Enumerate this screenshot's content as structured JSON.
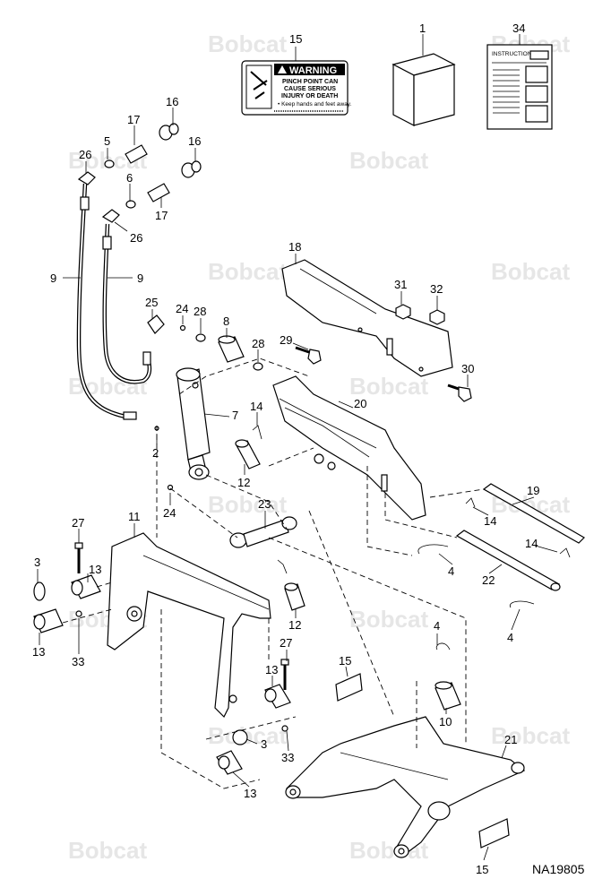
{
  "watermark": "Bobcat",
  "drawing_code": "NA19805",
  "warning_decal": {
    "title": "WARNING",
    "lines": [
      "PINCH POINT CAN",
      "CAUSE SERIOUS",
      "INJURY OR DEATH"
    ],
    "note": "• Keep hands and feet away."
  },
  "instructions_label": "INSTRUCTIONS",
  "callouts": [
    {
      "id": "c15a",
      "text": "15"
    },
    {
      "id": "c1",
      "text": "1"
    },
    {
      "id": "c34",
      "text": "34"
    },
    {
      "id": "c16a",
      "text": "16"
    },
    {
      "id": "c17a",
      "text": "17"
    },
    {
      "id": "c5",
      "text": "5"
    },
    {
      "id": "c26a",
      "text": "26"
    },
    {
      "id": "c16b",
      "text": "16"
    },
    {
      "id": "c6",
      "text": "6"
    },
    {
      "id": "c17b",
      "text": "17"
    },
    {
      "id": "c26b",
      "text": "26"
    },
    {
      "id": "c9a",
      "text": "9"
    },
    {
      "id": "c9b",
      "text": "9"
    },
    {
      "id": "c18",
      "text": "18"
    },
    {
      "id": "c31",
      "text": "31"
    },
    {
      "id": "c32",
      "text": "32"
    },
    {
      "id": "c25",
      "text": "25"
    },
    {
      "id": "c24a",
      "text": "24"
    },
    {
      "id": "c28a",
      "text": "28"
    },
    {
      "id": "c8",
      "text": "8"
    },
    {
      "id": "c29",
      "text": "29"
    },
    {
      "id": "c28b",
      "text": "28"
    },
    {
      "id": "c30",
      "text": "30"
    },
    {
      "id": "c20",
      "text": "20"
    },
    {
      "id": "c7",
      "text": "7"
    },
    {
      "id": "c14a",
      "text": "14"
    },
    {
      "id": "c2",
      "text": "2"
    },
    {
      "id": "c12a",
      "text": "12"
    },
    {
      "id": "c24b",
      "text": "24"
    },
    {
      "id": "c23",
      "text": "23"
    },
    {
      "id": "c19",
      "text": "19"
    },
    {
      "id": "c14b",
      "text": "14"
    },
    {
      "id": "c11",
      "text": "11"
    },
    {
      "id": "c27a",
      "text": "27"
    },
    {
      "id": "c3a",
      "text": "3"
    },
    {
      "id": "c13a",
      "text": "13"
    },
    {
      "id": "c14c",
      "text": "14"
    },
    {
      "id": "c4a",
      "text": "4"
    },
    {
      "id": "c22",
      "text": "22"
    },
    {
      "id": "c12b",
      "text": "12"
    },
    {
      "id": "c13b",
      "text": "13"
    },
    {
      "id": "c33a",
      "text": "33"
    },
    {
      "id": "c4b",
      "text": "4"
    },
    {
      "id": "c4c",
      "text": "4"
    },
    {
      "id": "c27b",
      "text": "27"
    },
    {
      "id": "c15b",
      "text": "15"
    },
    {
      "id": "c13c",
      "text": "13"
    },
    {
      "id": "c10",
      "text": "10"
    },
    {
      "id": "c3b",
      "text": "3"
    },
    {
      "id": "c33b",
      "text": "33"
    },
    {
      "id": "c21",
      "text": "21"
    },
    {
      "id": "c13d",
      "text": "13"
    },
    {
      "id": "c15c",
      "text": "15"
    }
  ]
}
